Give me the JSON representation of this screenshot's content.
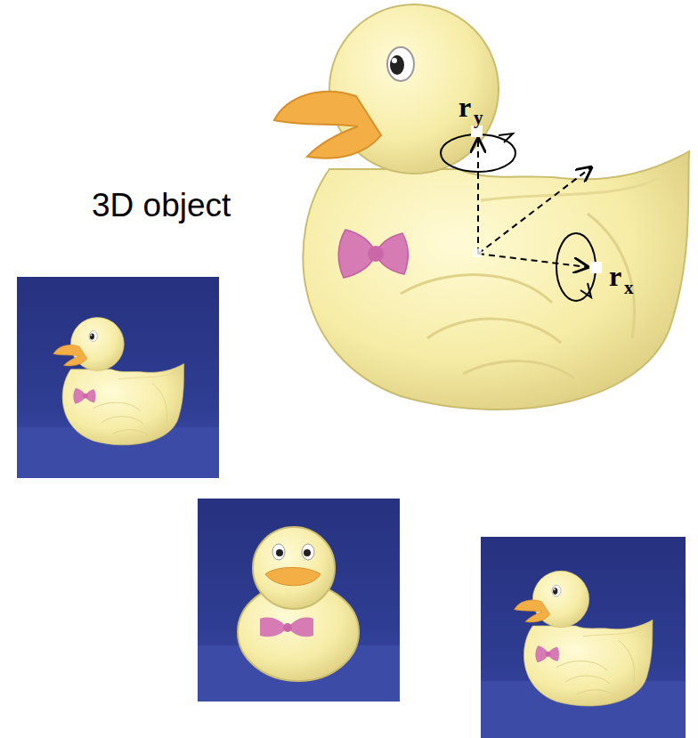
{
  "diagram": {
    "labels": [
      "3D object",
      "r",
      "y",
      "r",
      "x"
    ]
  }
}
